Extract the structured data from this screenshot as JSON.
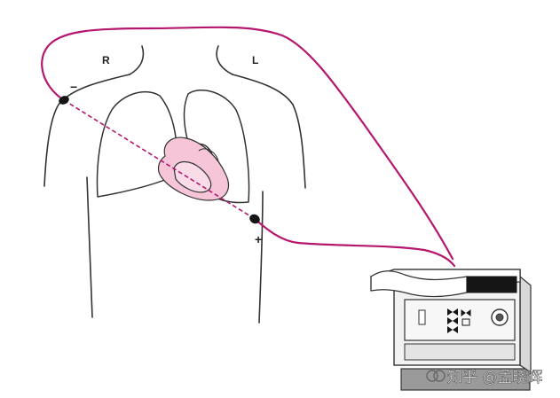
{
  "labels": {
    "right": "R",
    "left": "L",
    "negative": "−",
    "positive": "+"
  },
  "watermark": "知乎 @孟晓辉",
  "colors": {
    "lead_wire": "#b5176e",
    "heart_fill": "#f6c6d8",
    "outline": "#333333",
    "device_display": "#151515"
  },
  "icons": {
    "device_knob": "circle-knob-icon",
    "device_indicators": "arrow-indicator-icon",
    "watermark_logo": "zhihu-logo-icon"
  }
}
